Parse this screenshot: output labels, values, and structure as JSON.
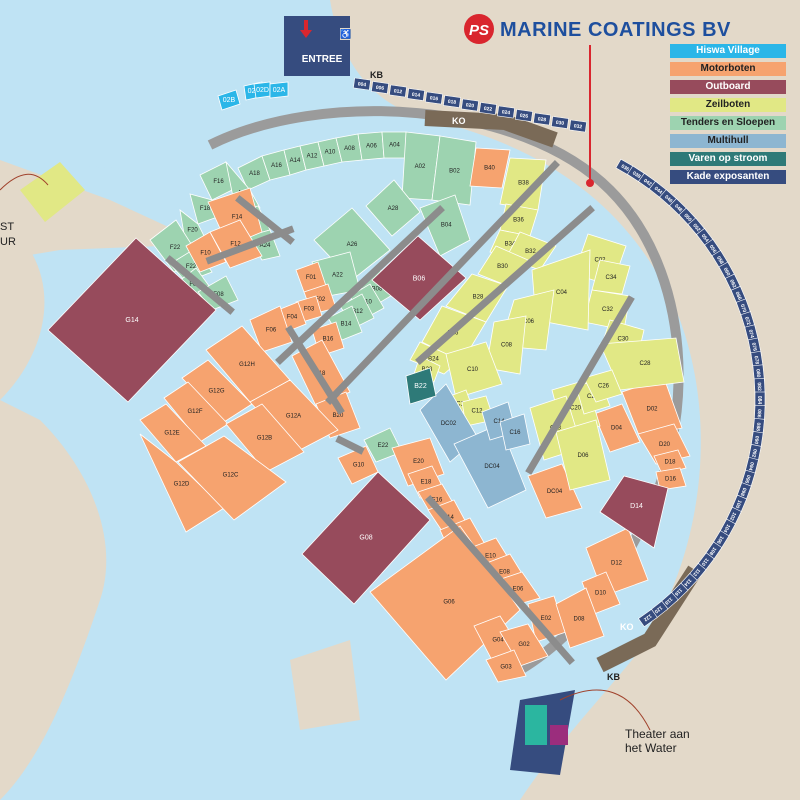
{
  "brand": {
    "logo_text": "PS",
    "name": "MARINE COATINGS BV",
    "color": "#1e4f9e",
    "logo_color": "#d9262e"
  },
  "legend": [
    {
      "label": "Hiswa Village",
      "color": "#2bb6e8",
      "dark": false
    },
    {
      "label": "Motorboten",
      "color": "#f6a36f",
      "dark": true
    },
    {
      "label": "Outboard",
      "color": "#974b5c",
      "dark": false
    },
    {
      "label": "Zeilboten",
      "color": "#e1e885",
      "dark": true
    },
    {
      "label": "Tenders en Sloepen",
      "color": "#9dd3b0",
      "dark": true
    },
    {
      "label": "Multihull",
      "color": "#8db6d1",
      "dark": true
    },
    {
      "label": "Varen op stroom",
      "color": "#2e7a78",
      "dark": false
    },
    {
      "label": "Kade exposanten",
      "color": "#364c7f",
      "dark": false
    }
  ],
  "colors": {
    "water": "#bfe3f4",
    "land": "#e3d9c9",
    "pier": "#8c8c8c",
    "motor": "#f6a36f",
    "outboard": "#974b5c",
    "sail": "#e1e885",
    "tender": "#9dd3b0",
    "multi": "#8db6d1",
    "stream": "#2e7a78",
    "quay": "#364c7f",
    "village": "#2bb6e8"
  },
  "labels": {
    "entree": "ENTREE",
    "kb_top": "KB",
    "kb_bottom": "KB",
    "ko_top": "KO",
    "ko_bottom": "KO",
    "theater_line1": "Theater aan",
    "theater_line2": "het Water",
    "side_line1": "ST",
    "side_line2": "UR"
  },
  "stands": {
    "tender": [
      "A18",
      "A16",
      "A14",
      "A12",
      "A10",
      "A08",
      "A06",
      "A04",
      "A02",
      "B02",
      "F16",
      "F18",
      "F20",
      "A20",
      "A22",
      "A24",
      "F22",
      "A26",
      "A28",
      "B04",
      "F22",
      "F09",
      "F08",
      "A22",
      "B08",
      "B10",
      "B12",
      "B14",
      "E22"
    ],
    "motor": [
      "F14",
      "F10",
      "F12",
      "F01",
      "F02",
      "F03",
      "F04",
      "F06",
      "B16",
      "B18",
      "B20",
      "G12H",
      "G12G",
      "G12F",
      "G12E",
      "G12A",
      "G12B",
      "G12D",
      "G12C",
      "G10",
      "E20",
      "E18",
      "E16",
      "E14",
      "E12",
      "E10",
      "E08",
      "E06",
      "E02",
      "G06",
      "G04",
      "G02",
      "G03",
      "D02",
      "D20",
      "D18",
      "D16",
      "D04",
      "DC04",
      "D12",
      "D10",
      "D08",
      "B40"
    ],
    "outboard": [
      "G14",
      "B06",
      "G08",
      "D14"
    ],
    "sail": [
      "B38",
      "B36",
      "B34",
      "B32",
      "B30",
      "B28",
      "B26",
      "B24",
      "B23",
      "C02",
      "C34",
      "C32",
      "C30",
      "C28",
      "C04",
      "C06",
      "C08",
      "C10",
      "C11",
      "C12",
      "C20",
      "C22",
      "C26",
      "C18",
      "D06"
    ],
    "multi": [
      "DC02",
      "DC04",
      "C14",
      "C16"
    ],
    "stream": [
      "B22"
    ],
    "village": [
      "02B",
      "02C",
      "02D",
      "02A"
    ]
  },
  "quay_numbers": [
    "004",
    "006",
    "012",
    "014",
    "016",
    "018",
    "020",
    "022",
    "024",
    "026",
    "028",
    "030",
    "032",
    "036",
    "038",
    "042",
    "044",
    "046",
    "048",
    "050",
    "052",
    "054",
    "056",
    "058",
    "060",
    "062",
    "066",
    "070",
    "072",
    "074",
    "076",
    "078",
    "080",
    "082",
    "084",
    "086",
    "088",
    "090",
    "092",
    "094",
    "096",
    "098",
    "100",
    "102",
    "104",
    "106",
    "108",
    "110",
    "112",
    "114",
    "116",
    "118",
    "120",
    "122"
  ],
  "small_stands": [
    "004",
    "006",
    "008",
    "030",
    "03D",
    "08",
    "63",
    "61",
    "59",
    "57",
    "55",
    "53",
    "51",
    "49",
    "47",
    "45",
    "43",
    "41",
    "39",
    "37",
    "35",
    "33",
    "31",
    "29",
    "27",
    "25",
    "23",
    "21",
    "19",
    "17",
    "15",
    "13",
    "11",
    "09",
    "07",
    "05",
    "03",
    "01"
  ]
}
